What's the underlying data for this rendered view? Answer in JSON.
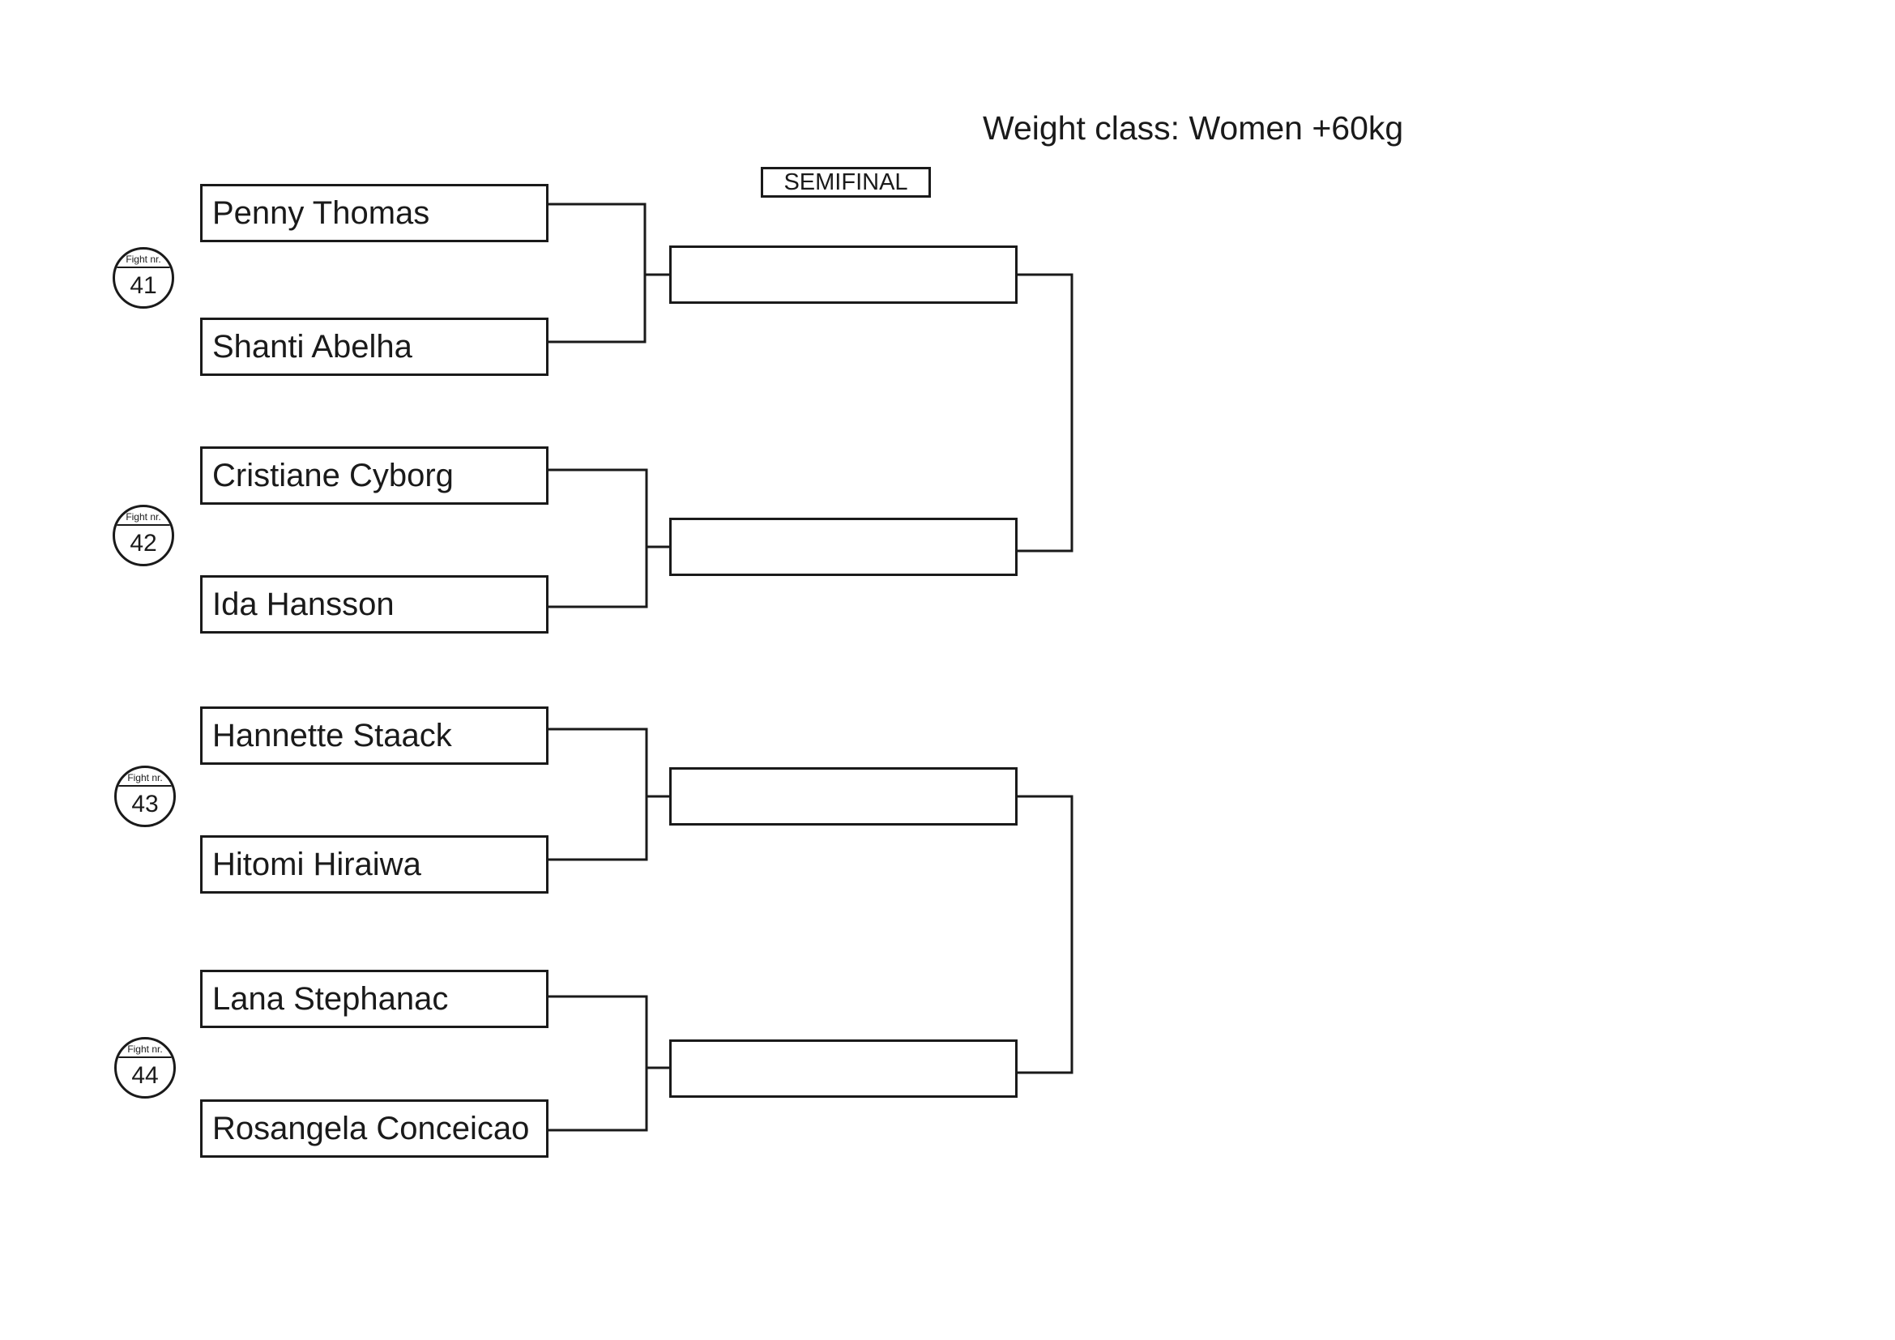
{
  "header": {
    "weight_class": "Weight class: Women +60kg",
    "round_label": "SEMIFINAL"
  },
  "fights": [
    {
      "fight_label": "Fight nr.",
      "fight_number": "41",
      "fighters": [
        "Penny Thomas",
        "Shanti Abelha"
      ],
      "winner": ""
    },
    {
      "fight_label": "Fight nr.",
      "fight_number": "42",
      "fighters": [
        "Cristiane Cyborg",
        "Ida Hansson"
      ],
      "winner": ""
    },
    {
      "fight_label": "Fight nr.",
      "fight_number": "43",
      "fighters": [
        "Hannette Staack",
        "Hitomi Hiraiwa"
      ],
      "winner": ""
    },
    {
      "fight_label": "Fight nr.",
      "fight_number": "44",
      "fighters": [
        "Lana Stephanac",
        "Rosangela Conceicao"
      ],
      "winner": ""
    }
  ],
  "colors": {
    "line": "#1a1a1a",
    "background": "#ffffff"
  }
}
